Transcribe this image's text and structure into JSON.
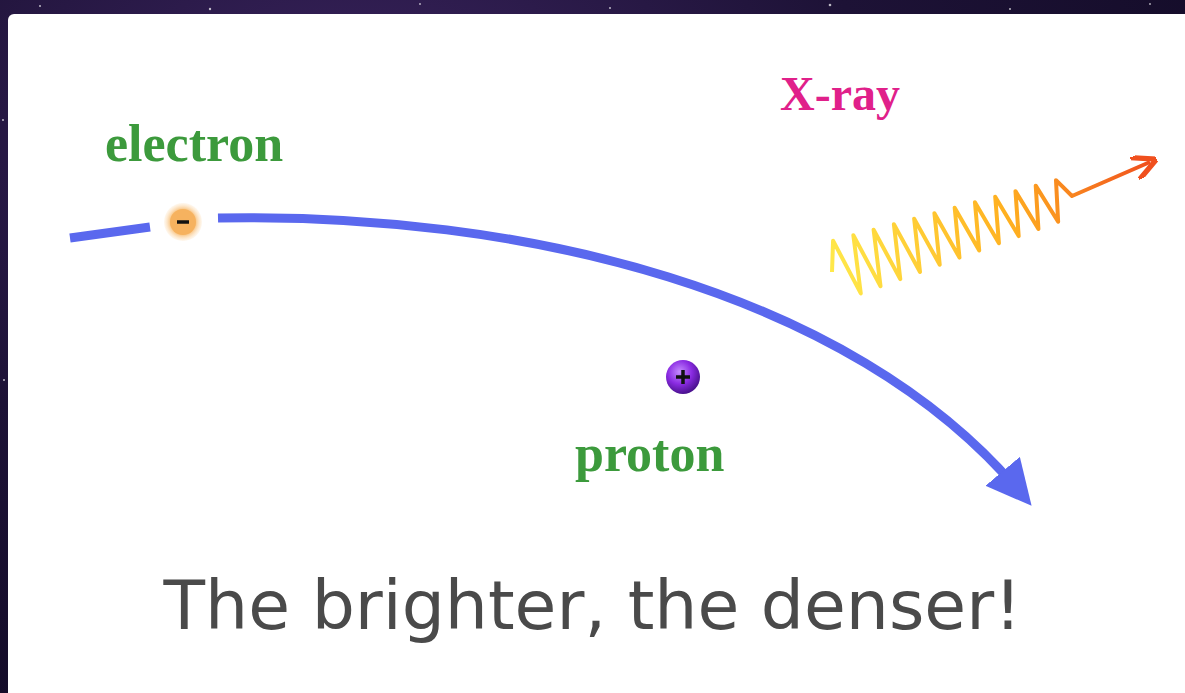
{
  "diagram": {
    "caption": "The brighter, the denser!",
    "labels": [
      "electron",
      "X-ray",
      "proton"
    ]
  }
}
